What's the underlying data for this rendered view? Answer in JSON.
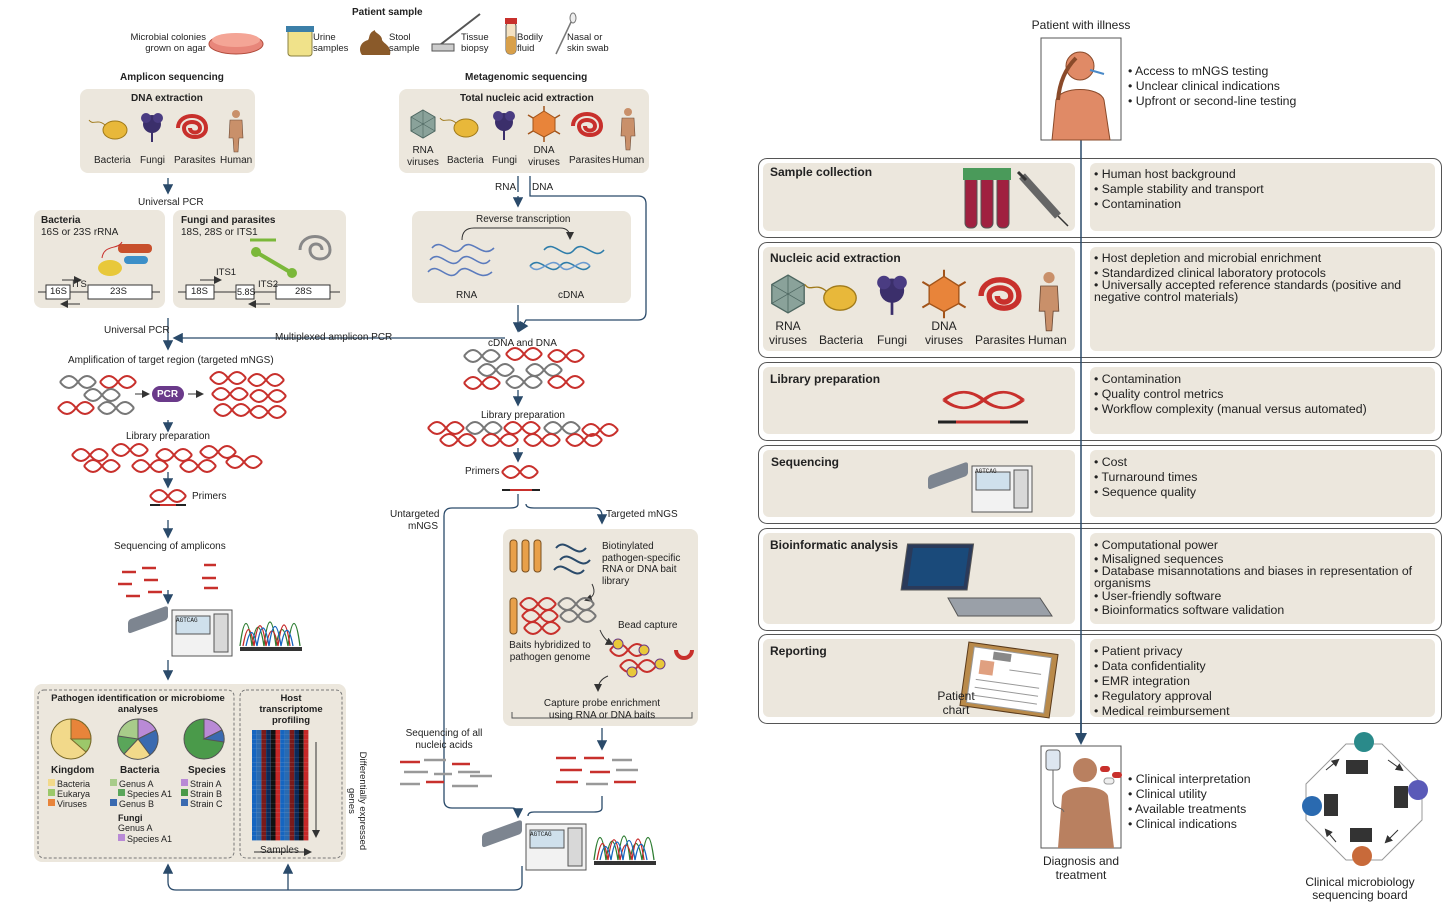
{
  "left": {
    "patient_sample": {
      "title": "Patient sample",
      "items": [
        "Microbial colonies grown on agar",
        "Urine samples",
        "Stool sample",
        "Tissue biopsy",
        "Bodily fluid",
        "Nasal or skin swab"
      ]
    },
    "amplicon": {
      "title": "Amplicon sequencing",
      "dna_extraction": "DNA extraction",
      "organisms": [
        "Bacteria",
        "Fungi",
        "Parasites",
        "Human"
      ],
      "universal_pcr_1": "Universal PCR",
      "bacteria_title": "Bacteria",
      "bacteria_sub": "16S or 23S rRNA",
      "fungi_title": "Fungi and parasites",
      "fungi_sub": "18S, 28S or ITS1",
      "bac_genes": [
        "16S",
        "ITS",
        "23S"
      ],
      "fungi_genes": [
        "ITS1",
        "18S",
        "5.8S",
        "ITS2",
        "28S"
      ],
      "universal_pcr_2": "Universal PCR",
      "multiplexed": "Multiplexed amplicon PCR",
      "amplification": "Amplification of target region (targeted mNGS)",
      "pcr": "PCR",
      "library_prep": "Library preparation",
      "primers": "Primers",
      "seq_amplicons": "Sequencing of amplicons",
      "pathogen_title": "Pathogen identification or microbiome analyses",
      "kingdom": "Kingdom",
      "kingdom_items": [
        "Bacteria",
        "Eukarya",
        "Viruses"
      ],
      "bacteria_col": "Bacteria",
      "bacteria_items": [
        "Genus A",
        "Species A1",
        "Genus B"
      ],
      "fungi_col": "Fungi",
      "fungi_items": [
        "Genus A",
        "Species A1"
      ],
      "species": "Species",
      "species_items": [
        "Strain A",
        "Strain B",
        "Strain C"
      ],
      "host_title": "Host transcriptome profiling",
      "diff_expr": "Differentially expressed genes",
      "samples": "Samples"
    },
    "metagenomic": {
      "title": "Metagenomic sequencing",
      "tna": "Total nucleic acid extraction",
      "organisms": [
        "RNA viruses",
        "Bacteria",
        "Fungi",
        "DNA viruses",
        "Parasites",
        "Human"
      ],
      "rna": "RNA",
      "dna": "DNA",
      "rt": "Reverse transcription",
      "rt_rna": "RNA",
      "rt_cdna": "cDNA",
      "cdna_dna": "cDNA and DNA",
      "library_prep": "Library preparation",
      "primers": "Primers",
      "untargeted": "Untargeted mNGS",
      "targeted": "Targeted mNGS",
      "bait_lib": "Biotinylated pathogen-specific RNA or DNA bait library",
      "baits_hyb": "Baits hybridized to pathogen genome",
      "bead_capture": "Bead capture",
      "capture_probe": "Capture probe enrichment using RNA or DNA baits",
      "seq_all": "Sequencing of all nucleic acids",
      "seq_code": "AGTCAG"
    }
  },
  "right": {
    "patient": "Patient with illness",
    "patient_bullets": [
      "Access to mNGS testing",
      "Unclear clinical indications",
      "Upfront or second-line testing"
    ],
    "rows": [
      {
        "title": "Sample collection",
        "bullets": [
          "Human host background",
          "Sample stability and transport",
          "Contamination"
        ]
      },
      {
        "title": "Nucleic acid extraction",
        "organisms": [
          "RNA viruses",
          "Bacteria",
          "Fungi",
          "DNA viruses",
          "Parasites",
          "Human"
        ],
        "bullets": [
          "Host depletion and microbial enrichment",
          "Standardized clinical laboratory protocols",
          "Universally accepted reference standards (positive and negative control materials)"
        ]
      },
      {
        "title": "Library preparation",
        "bullets": [
          "Contamination",
          "Quality control metrics",
          "Workflow complexity (manual versus automated)"
        ]
      },
      {
        "title": "Sequencing",
        "bullets": [
          "Cost",
          "Turnaround times",
          "Sequence quality"
        ],
        "code": "AGTCAG"
      },
      {
        "title": "Bioinformatic analysis",
        "bullets": [
          "Computational power",
          "Misaligned sequences",
          "Database misannotations and biases in representation of organisms",
          "User-friendly software",
          "Bioinformatics software validation"
        ]
      },
      {
        "title": "Reporting",
        "chart_label": "Patient chart",
        "bullets": [
          "Patient privacy",
          "Data confidentiality",
          "EMR integration",
          "Regulatory approval",
          "Medical reimbursement"
        ]
      }
    ],
    "diagnosis": "Diagnosis and treatment",
    "diag_bullets": [
      "Clinical interpretation",
      "Clinical utility",
      "Available treatments",
      "Clinical indications"
    ],
    "board": "Clinical microbiology sequencing board"
  }
}
